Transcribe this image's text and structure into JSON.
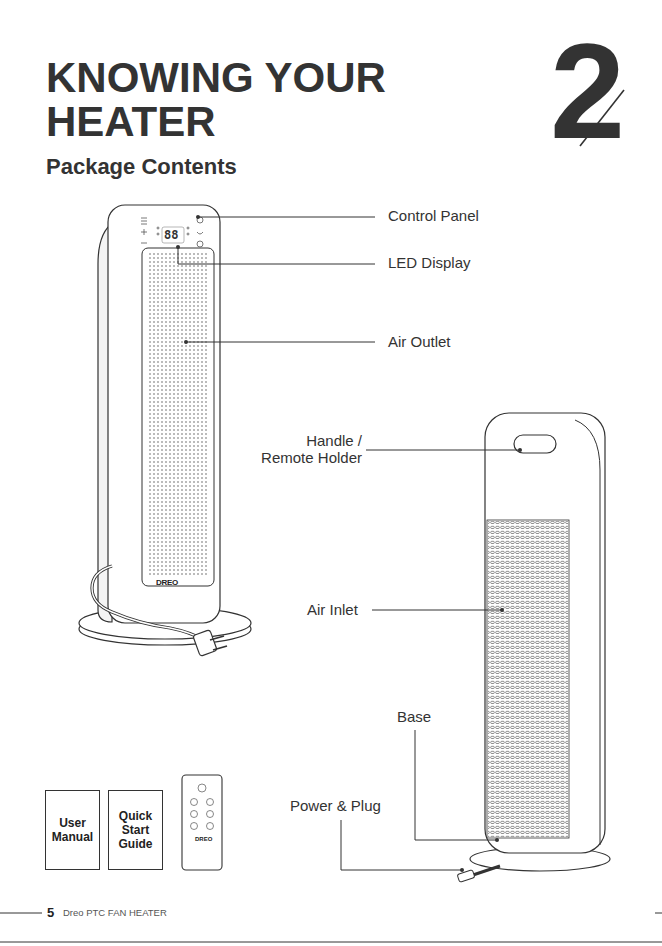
{
  "diagram": {
    "title": "KNOWING YOUR HEATER",
    "nodes": [
      {
        "text": [
          "User Manual"
        ]
      },
      {
        "text": [
          "Quick Start Guide"
        ]
      }
    ],
    "labels": [
      "2",
      "Package Contents",
      "88",
      "DREO",
      "Control Panel",
      "LED Display",
      "Air Outlet",
      "Handle / Remote Holder",
      "Air Inlet",
      "Base",
      "Power & Plug",
      "DREO",
      "5",
      "Dreo PTC FAN HEATER"
    ]
  }
}
